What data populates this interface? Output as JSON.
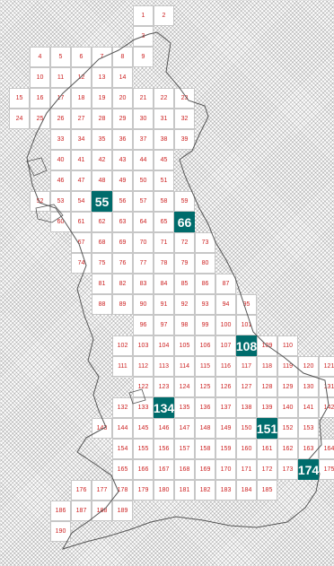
{
  "map": {
    "colors": {
      "sheet_number": "#cc1f1f",
      "highlight_fill": "#006c6c",
      "highlight_text": "#ffffff",
      "sheet_fill": "#ffffff",
      "grid_line": "#c7c7c7",
      "coastline": "#555555"
    },
    "highlighted_sheets": [
      "55",
      "66",
      "108",
      "134",
      "151",
      "174"
    ],
    "sheet_rows": [
      {
        "col_start": 6,
        "sheets": [
          "1",
          "2"
        ]
      },
      {
        "col_start": 6,
        "sheets": [
          "3"
        ]
      },
      {
        "col_start": 1,
        "sheets": [
          "4",
          "5",
          "6",
          "7",
          "8",
          "9"
        ]
      },
      {
        "col_start": 1,
        "sheets": [
          "10",
          "11",
          "12",
          "13",
          "14"
        ]
      },
      {
        "col_start": 0,
        "sheets": [
          "15",
          "16",
          "17",
          "18",
          "19",
          "20",
          "21",
          "22",
          "23"
        ]
      },
      {
        "col_start": 0,
        "sheets": [
          "24",
          "25",
          "26",
          "27",
          "28",
          "29",
          "30",
          "31",
          "32"
        ]
      },
      {
        "col_start": 2,
        "sheets": [
          "33",
          "34",
          "35",
          "36",
          "37",
          "38",
          "39"
        ]
      },
      {
        "col_start": 2,
        "sheets": [
          "40",
          "41",
          "42",
          "43",
          "44",
          "45"
        ]
      },
      {
        "col_start": 2,
        "sheets": [
          "46",
          "47",
          "48",
          "49",
          "50",
          "51"
        ]
      },
      {
        "col_start": 1,
        "sheets": [
          "52",
          "53",
          "54",
          "55",
          "56",
          "57",
          "58",
          "59"
        ]
      },
      {
        "col_start": 2,
        "sheets": [
          "60",
          "61",
          "62",
          "63",
          "64",
          "65",
          "66"
        ]
      },
      {
        "col_start": 3,
        "sheets": [
          "67",
          "68",
          "69",
          "70",
          "71",
          "72",
          "73"
        ]
      },
      {
        "col_start": 3,
        "sheets": [
          "74",
          "75",
          "76",
          "77",
          "78",
          "79",
          "80"
        ]
      },
      {
        "col_start": 4,
        "sheets": [
          "81",
          "82",
          "83",
          "84",
          "85",
          "86",
          "87"
        ]
      },
      {
        "col_start": 4,
        "sheets": [
          "88",
          "89",
          "90",
          "91",
          "92",
          "93",
          "94",
          "95"
        ]
      },
      {
        "col_start": 6,
        "sheets": [
          "96",
          "97",
          "98",
          "99",
          "100",
          "101"
        ]
      },
      {
        "col_start": 5,
        "sheets": [
          "102",
          "103",
          "104",
          "105",
          "106",
          "107",
          "108",
          "109",
          "110"
        ]
      },
      {
        "col_start": 5,
        "sheets": [
          "111",
          "112",
          "113",
          "114",
          "115",
          "116",
          "117",
          "118",
          "119",
          "120",
          "121"
        ]
      },
      {
        "col_start": 6,
        "sheets": [
          "122",
          "123",
          "124",
          "125",
          "126",
          "127",
          "128",
          "129",
          "130",
          "131"
        ]
      },
      {
        "col_start": 5,
        "sheets": [
          "132",
          "133",
          "134",
          "135",
          "136",
          "137",
          "138",
          "139",
          "140",
          "141",
          "142"
        ]
      },
      {
        "col_start": 4,
        "sheets": [
          "143",
          "144",
          "145",
          "146",
          "147",
          "148",
          "149",
          "150",
          "151",
          "152",
          "153"
        ]
      },
      {
        "col_start": 5,
        "sheets": [
          "154",
          "155",
          "156",
          "157",
          "158",
          "159",
          "160",
          "161",
          "162",
          "163",
          "164"
        ]
      },
      {
        "col_start": 5,
        "sheets": [
          "165",
          "166",
          "167",
          "168",
          "169",
          "170",
          "171",
          "172",
          "173",
          "174",
          "175"
        ]
      },
      {
        "col_start": 3,
        "sheets": [
          "176",
          "177",
          "178",
          "179",
          "180",
          "181",
          "182",
          "183",
          "184",
          "185"
        ]
      },
      {
        "col_start": 2,
        "sheets": [
          "186",
          "187",
          "188",
          "189"
        ]
      },
      {
        "col_start": 2,
        "sheets": [
          "190"
        ]
      }
    ]
  }
}
